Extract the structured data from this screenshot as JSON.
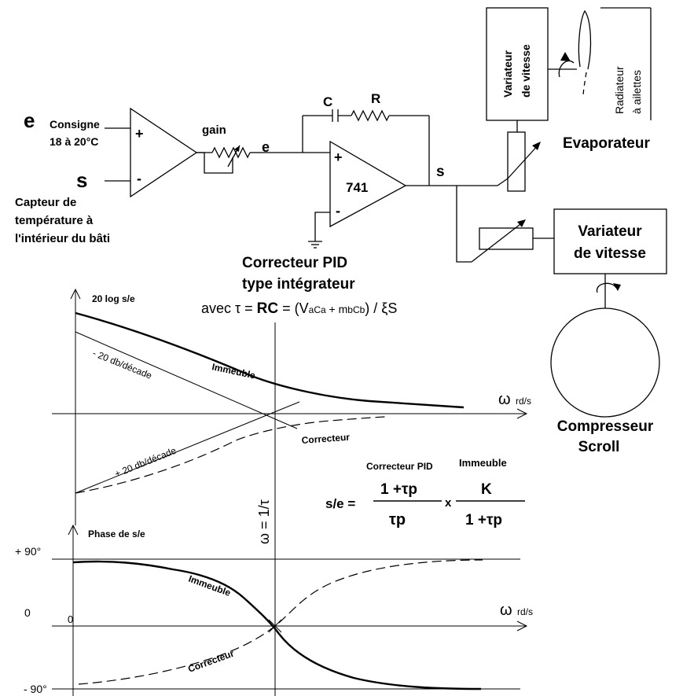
{
  "circuit": {
    "e_input": "e",
    "s_input": "s",
    "consigne_line1": "Consigne",
    "consigne_line2": "18 à 20°C",
    "capteur_line1": "Capteur de",
    "capteur_line2": "température à",
    "capteur_line3": "l'intérieur du bâti",
    "plus": "+",
    "minus": "-",
    "gain_label": "gain",
    "e_mid": "e",
    "cap_label": "C",
    "res_label": "R",
    "opamp_label": "741",
    "s_out": "s",
    "pid_line1": "Correcteur PID",
    "pid_line2": "type intégrateur",
    "formula_prefix": "avec ",
    "formula_tau": "τ",
    "formula_eq1": " = ",
    "formula_rc": "RC",
    "formula_eq2": " = (V",
    "formula_sub_aca": "aCa",
    "formula_plus_m": " + m",
    "formula_sub_bcb": "bCb",
    "formula_div": ") / ",
    "formula_xi": "ξ",
    "formula_s": "S"
  },
  "evaporator": {
    "variator_line1": "Variateur",
    "variator_line2": "de vitesse",
    "radiator_line1": "Radiateur",
    "radiator_line2": "à ailettes",
    "label": "Evaporateur"
  },
  "compressor": {
    "variator_line1": "Variateur",
    "variator_line2": "de vitesse",
    "label_line1": "Compresseur",
    "label_line2": "Scroll"
  },
  "gain_plot": {
    "y_axis_label": "20 log s/e",
    "x_axis_omega": "ω",
    "x_axis_unit": "rd/s",
    "slope_minus": "- 20 db/décade",
    "slope_plus": "+ 20 db/décade",
    "curve_immeuble": "Immeuble",
    "curve_correcteur": "Correcteur",
    "omega_eq_label": "ω = 1/τ"
  },
  "transfer": {
    "label_pid": "Correcteur PID",
    "label_immeuble": "Immeuble",
    "lhs": "s/e =",
    "num1": "1 +τp",
    "den1": "τp",
    "times": "x",
    "num2": "K",
    "den2": "1 +τp"
  },
  "phase_plot": {
    "y_axis_label": "Phase de s/e",
    "tick_plus90": "+ 90°",
    "tick_zero_outer": "0",
    "tick_zero_inner": "0",
    "tick_minus90": "- 90°",
    "x_axis_omega": "ω",
    "x_axis_unit": "rd/s",
    "curve_immeuble": "Immeuble",
    "curve_correcteur": "Correcteur"
  }
}
